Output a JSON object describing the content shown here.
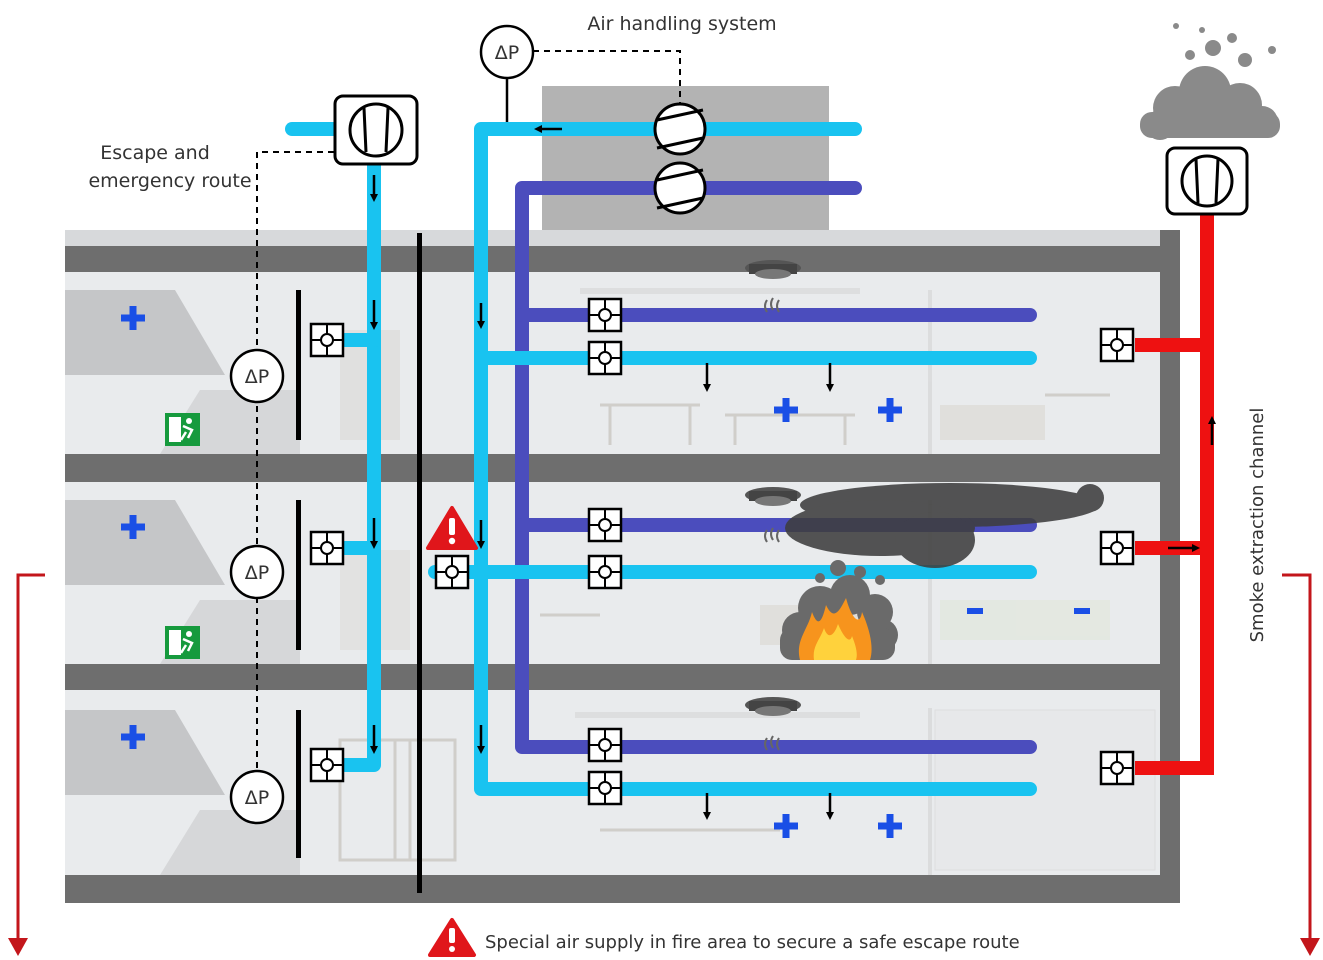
{
  "labels": {
    "air_handling": "Air handling system",
    "escape_line1": "Escape and",
    "escape_line2": "emergency route",
    "smoke_channel": "Smoke extraction channel",
    "special_supply": "Special air supply in fire area to secure a safe escape route",
    "dp": "ΔP"
  },
  "colors": {
    "supply_air": "#19c3f0",
    "extract_air": "#4b4dbd",
    "smoke_duct": "#ee1111",
    "building_wall": "#6e6e6e",
    "room_fill": "#e9ebed",
    "ahu_housing": "#b3b3b3",
    "exit_sign": "#169a3d",
    "warning": "#e0161b",
    "plus_marker": "#1a4fe6",
    "arrow_red": "#c3161b"
  },
  "icons": [
    "fan-icon",
    "damper-icon",
    "pressure-sensor-icon",
    "smoke-detector-icon",
    "exit-sign-icon",
    "warning-icon",
    "fire-icon",
    "smoke-cloud-icon",
    "overpressure-plus-icon"
  ]
}
